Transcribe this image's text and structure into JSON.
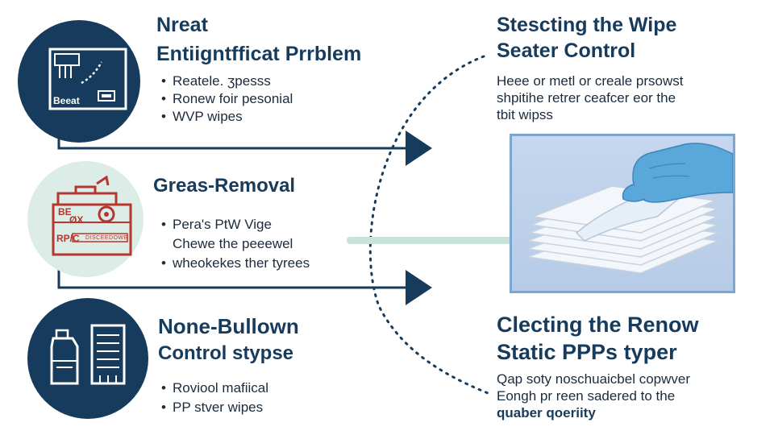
{
  "left": {
    "section1": {
      "title_line1": "Nreat",
      "title_line2": "Entiigntfficat Prrblem",
      "bullets": [
        "Reatele.  ʒpesss",
        "Ronew foir pesonial",
        "WVP wipes"
      ],
      "icon_label": "Beeat"
    },
    "section2": {
      "title": "Greas-Removal",
      "bullets": [
        {
          "text": "Pera's PtW Vige",
          "bullet": true
        },
        {
          "text": "Chewe the peeewel",
          "bullet": false
        },
        {
          "text": "wheokekes ther tyrees",
          "bullet": true
        }
      ],
      "icon_label_top": "BE",
      "icon_label_mid": "ØX",
      "icon_label_bottom": "RP/C",
      "icon_label_strip": "DISCEEDOWE"
    },
    "section3": {
      "title_line1": "None-Bullown",
      "title_line2": "Control stypse",
      "bullets": [
        "Roviool mafiical",
        "PP stver wipes"
      ]
    }
  },
  "right": {
    "section1": {
      "title_line1": "Stescting the Wipe",
      "title_line2": "Seater Control",
      "paragraph": [
        "Heee or metl or creale prsowst",
        "shpitihe retrer ceafcer eor the",
        "tbit wipss"
      ]
    },
    "section2": {
      "title_line1": "Clecting the Renow",
      "title_line2": "Static PPPs typer",
      "paragraph": [
        "Qap soty noschuaicbel copwver",
        "Eongh pr reen sadered to the"
      ],
      "paragraph_bold": "quaber qoeriity"
    }
  },
  "colors": {
    "navy": "#163b5c",
    "mint": "#dcece6",
    "red": "#b5372f",
    "glove": "#5aa7d9",
    "panel": "#c6d7ee"
  },
  "icons": [
    "box-icon",
    "container-icon",
    "bottle-building-icon",
    "glove-wipes-illustration"
  ]
}
